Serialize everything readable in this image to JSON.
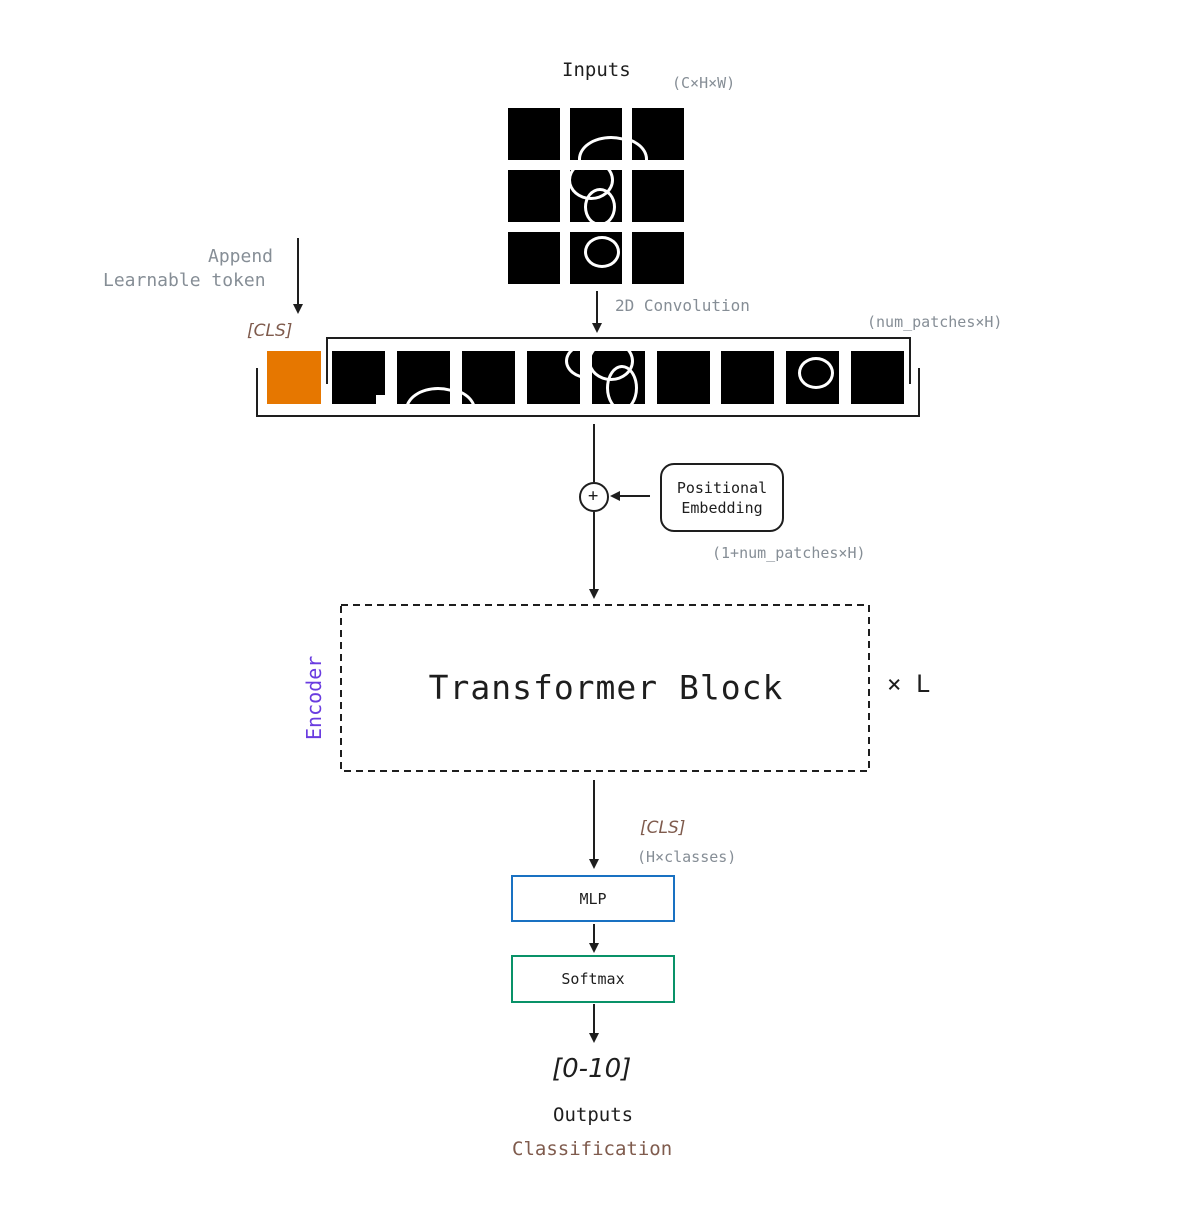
{
  "inputs": {
    "title": "Inputs",
    "shape": "(C×H×W)"
  },
  "conv": {
    "label": "2D Convolution",
    "shape": "(num_patches×H)"
  },
  "append": {
    "line1": "Append",
    "line2": "Learnable token"
  },
  "cls_token": {
    "label": "[CLS]",
    "color": "#e67700"
  },
  "positional": {
    "line1": "Positional",
    "line2": "Embedding",
    "plus_symbol": "+",
    "shape": "(1+num_patches×H)"
  },
  "encoder": {
    "side_label": "Encoder",
    "block_label": "Transformer Block",
    "repeat": "× L"
  },
  "head": {
    "cls_label": "[CLS]",
    "shape": "(H×classes)",
    "mlp_label": "MLP",
    "softmax_label": "Softmax",
    "mlp_color": "#1971c2",
    "softmax_color": "#099268"
  },
  "outputs": {
    "range": "[0-10]",
    "title": "Outputs",
    "subtitle": "Classification"
  }
}
